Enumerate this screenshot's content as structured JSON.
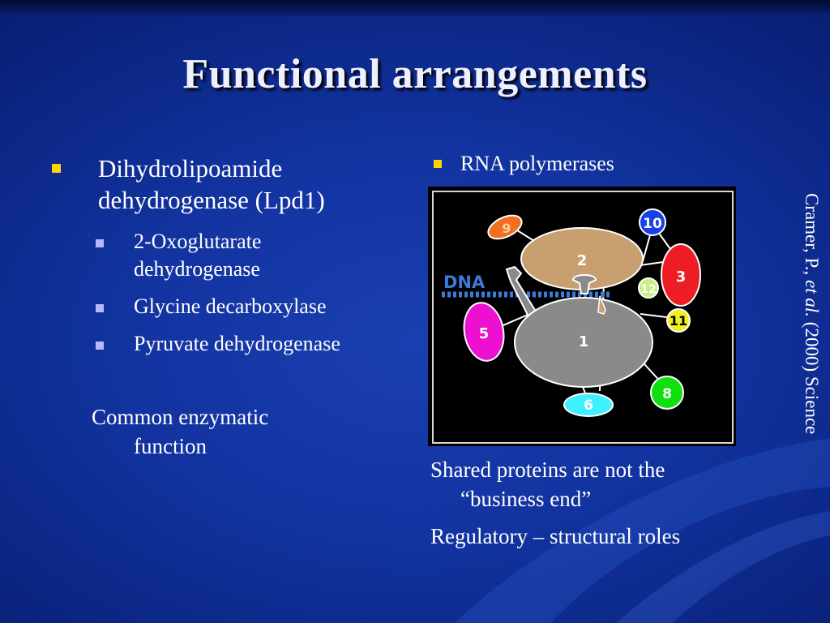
{
  "slide": {
    "title": "Functional arrangements",
    "left_column": {
      "bullet": {
        "line1": "Dihydrolipoamide",
        "line2": "dehydrogenase (Lpd1)"
      },
      "sub_items": [
        {
          "line1": "2-Oxoglutarate",
          "line2": "dehydrogenase"
        },
        {
          "line1": "Glycine decarboxylase"
        },
        {
          "line1": "Pyruvate dehydrogenase"
        }
      ],
      "paragraph": {
        "line1": "Common enzymatic",
        "line2": "function"
      }
    },
    "right_column": {
      "bullet": "RNA polymerases",
      "paragraph1": {
        "line1": "Shared proteins are not the",
        "line2": "“business end”"
      },
      "paragraph2": "Regulatory – structural roles"
    },
    "credit": {
      "prefix": "Cramer, P., ",
      "italic": "et al.",
      "suffix": " (2000) Science"
    },
    "diagram": {
      "dna_label": "DNA",
      "subunits": [
        {
          "id": "1",
          "color": "#8a8a8a"
        },
        {
          "id": "2",
          "color": "#c8a070"
        },
        {
          "id": "3",
          "color": "#ee1c25"
        },
        {
          "id": "5",
          "color": "#ee10d0"
        },
        {
          "id": "6",
          "color": "#40f0ff"
        },
        {
          "id": "8",
          "color": "#10e010"
        },
        {
          "id": "9",
          "color": "#f07020"
        },
        {
          "id": "10",
          "color": "#1840e8"
        },
        {
          "id": "11",
          "color": "#f0f020"
        },
        {
          "id": "12",
          "color": "#c8f080"
        }
      ]
    }
  }
}
